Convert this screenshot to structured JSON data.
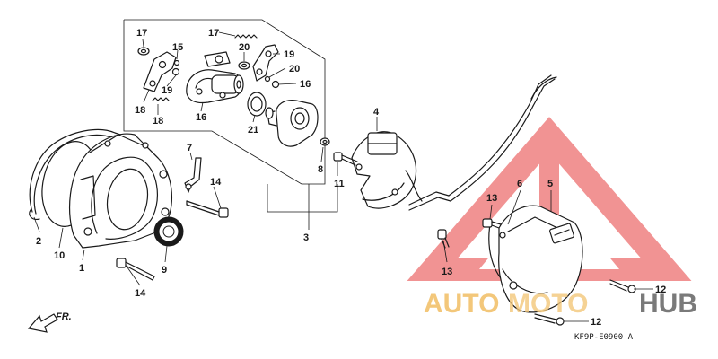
{
  "drawing_code": "KF9P-E0900 A",
  "direction_label": "FR.",
  "watermark": {
    "left": "AUTO",
    "middle": "MOTO",
    "right": "HUB",
    "triangle_color": "#e63b3b",
    "accent_color": "#f3c77a"
  },
  "callouts": [
    {
      "id": "c1",
      "label": "1"
    },
    {
      "id": "c2",
      "label": "2"
    },
    {
      "id": "c3",
      "label": "3"
    },
    {
      "id": "c4",
      "label": "4"
    },
    {
      "id": "c5",
      "label": "5"
    },
    {
      "id": "c6",
      "label": "6"
    },
    {
      "id": "c7",
      "label": "7"
    },
    {
      "id": "c8",
      "label": "8"
    },
    {
      "id": "c9",
      "label": "9"
    },
    {
      "id": "c10",
      "label": "10"
    },
    {
      "id": "c11",
      "label": "11"
    },
    {
      "id": "c12a",
      "label": "12"
    },
    {
      "id": "c12b",
      "label": "12"
    },
    {
      "id": "c13a",
      "label": "13"
    },
    {
      "id": "c13b",
      "label": "13"
    },
    {
      "id": "c14a",
      "label": "14"
    },
    {
      "id": "c14b",
      "label": "14"
    },
    {
      "id": "c15",
      "label": "15"
    },
    {
      "id": "c16a",
      "label": "16"
    },
    {
      "id": "c16b",
      "label": "16"
    },
    {
      "id": "c17a",
      "label": "17"
    },
    {
      "id": "c17b",
      "label": "17"
    },
    {
      "id": "c18a",
      "label": "18"
    },
    {
      "id": "c18b",
      "label": "18"
    },
    {
      "id": "c19a",
      "label": "19"
    },
    {
      "id": "c19b",
      "label": "19"
    },
    {
      "id": "c20a",
      "label": "20"
    },
    {
      "id": "c20b",
      "label": "20"
    },
    {
      "id": "c21",
      "label": "21"
    }
  ]
}
